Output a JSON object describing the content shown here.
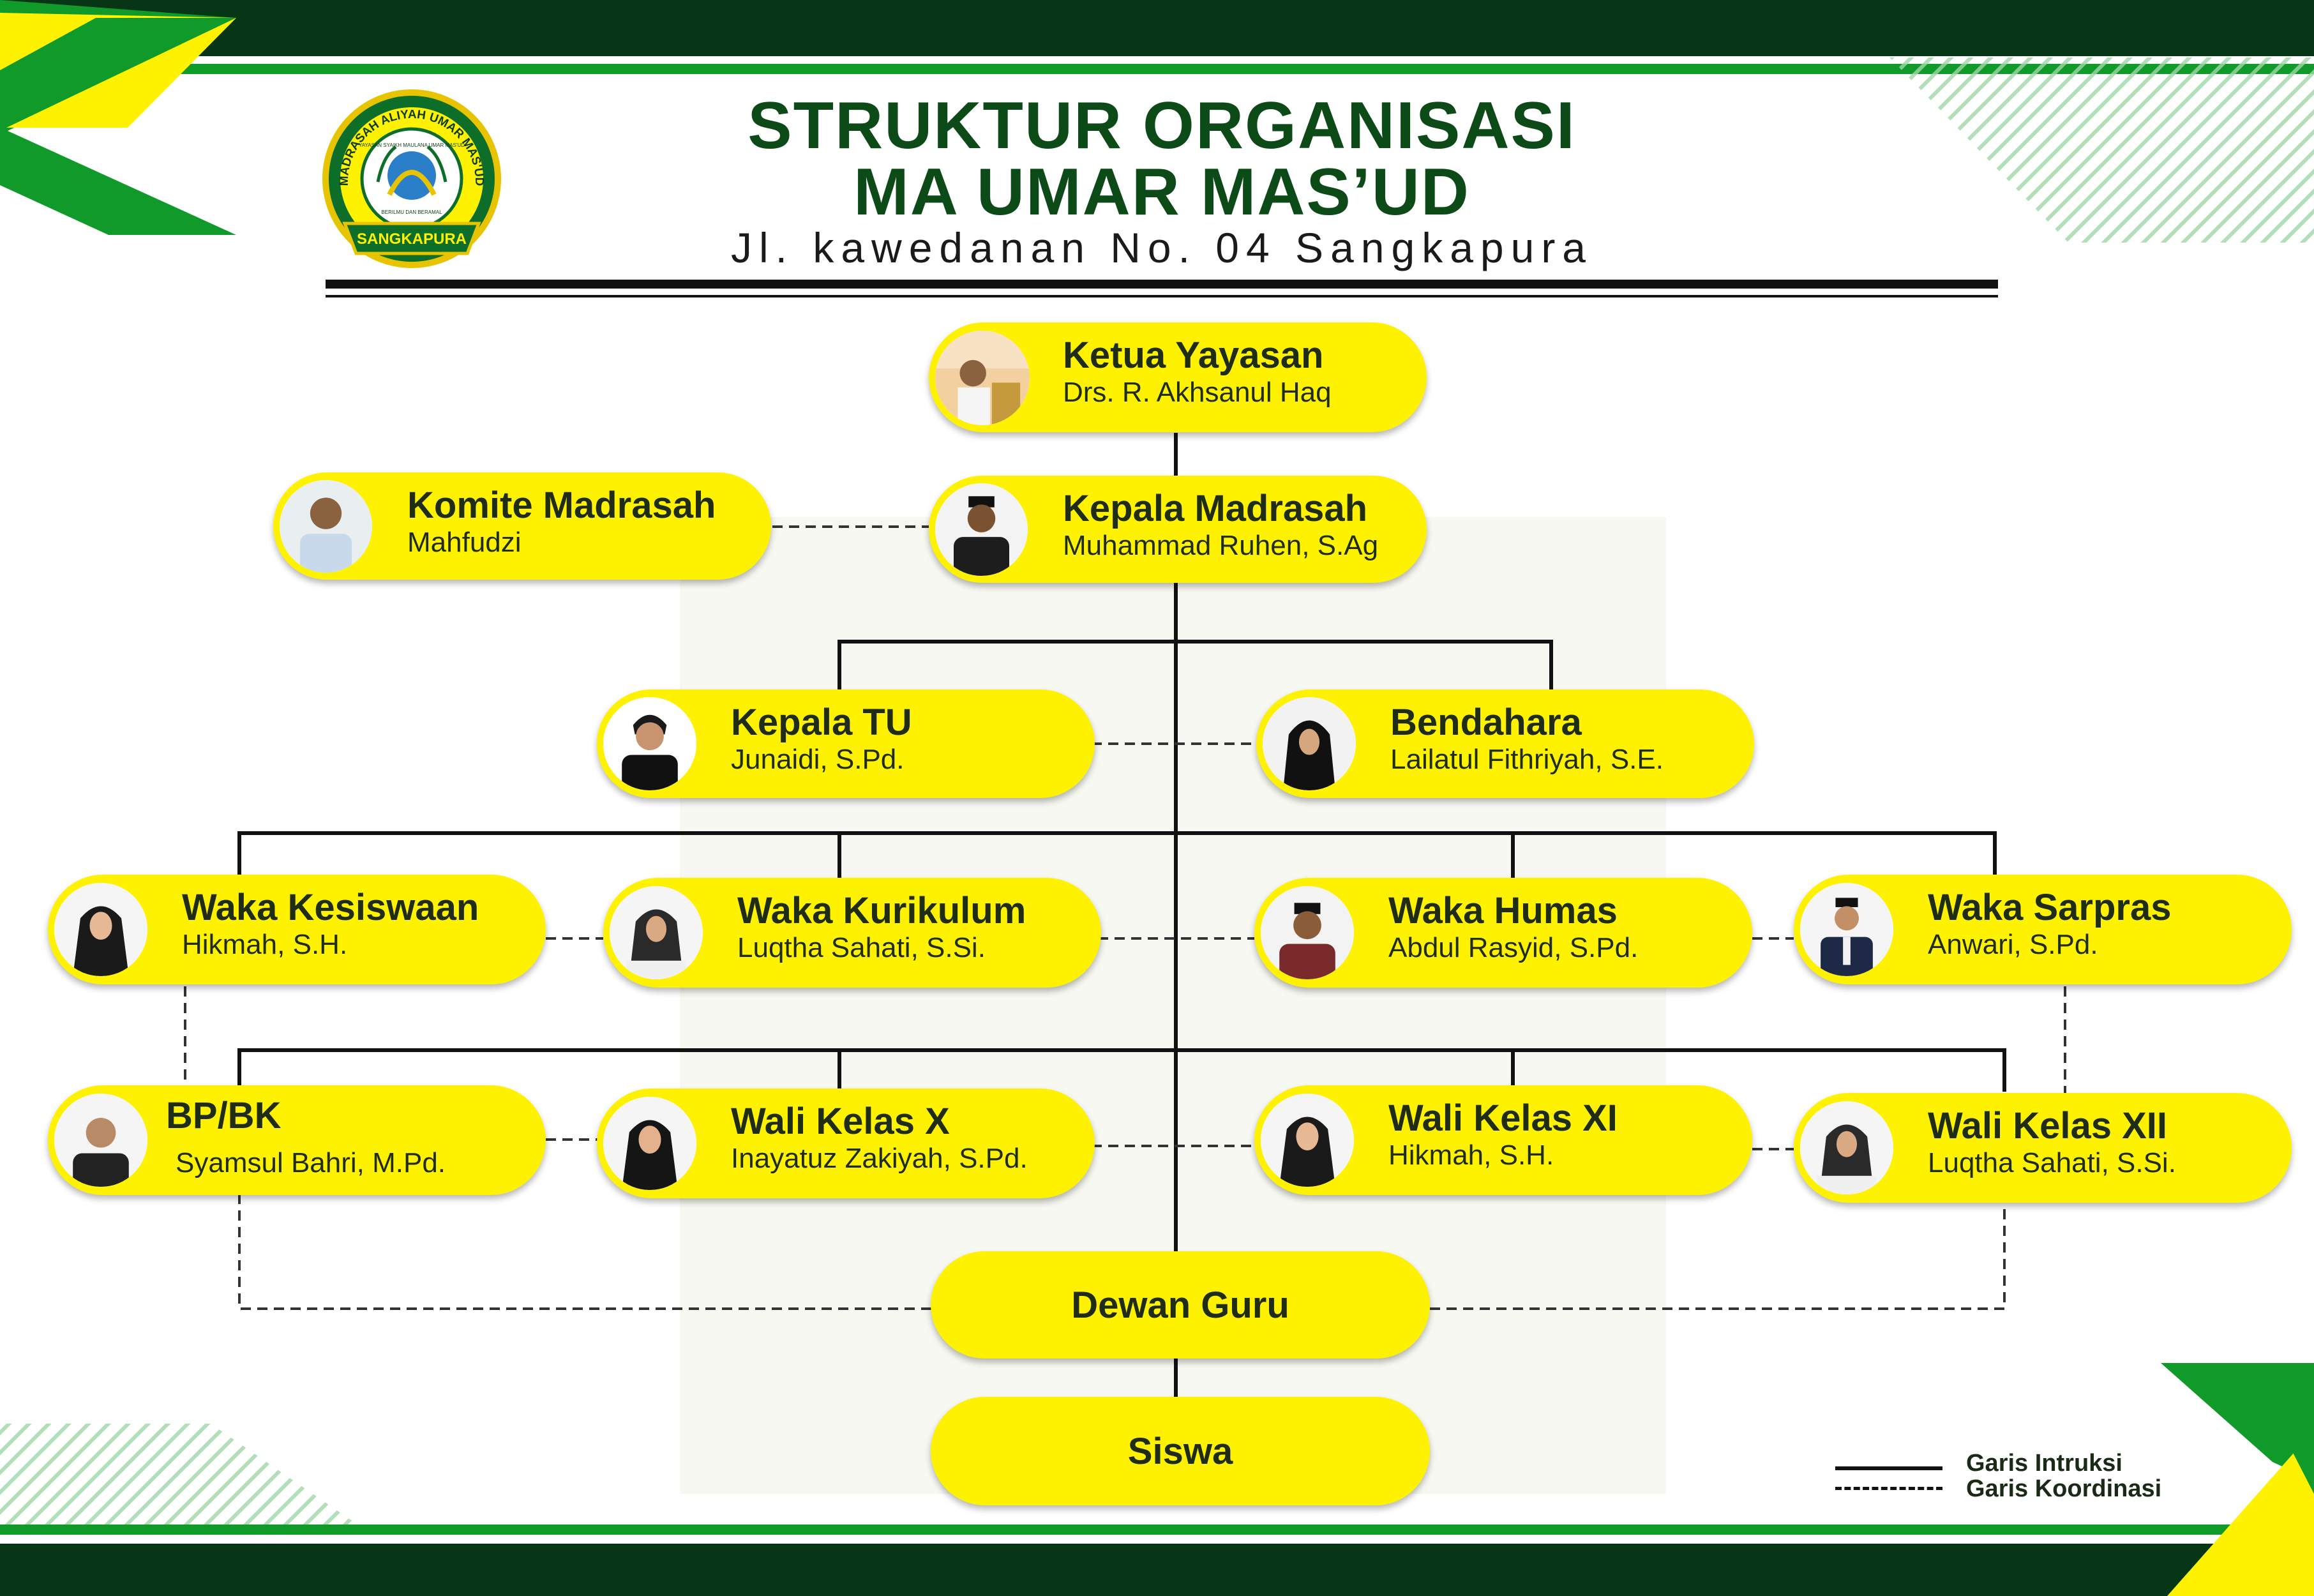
{
  "header": {
    "title_line1": "STRUKTUR ORGANISASI",
    "title_line2": "MA UMAR MAS’UD",
    "address": "Jl. kawedanan No. 04 Sangkapura"
  },
  "logo": {
    "ring_text": "MADRASAH ALIYAH UMAR MAS'UD",
    "ribbon_text": "SANGKAPURA",
    "inner_text": "YAYASAN SYAIKH MAULANA UMAR MAS'UD",
    "motto": "BERILMU DAN BERAMAL"
  },
  "nodes": {
    "ketua_yayasan": {
      "role": "Ketua Yayasan",
      "name": "Drs. R. Akhsanul Haq"
    },
    "komite": {
      "role": "Komite Madrasah",
      "name": "Mahfudzi"
    },
    "kepala_madrasah": {
      "role": "Kepala Madrasah",
      "name": "Muhammad Ruhen, S.Ag"
    },
    "kepala_tu": {
      "role": "Kepala TU",
      "name": "Junaidi, S.Pd."
    },
    "bendahara": {
      "role": "Bendahara",
      "name": "Lailatul Fithriyah, S.E."
    },
    "waka_kesiswaan": {
      "role": "Waka Kesiswaan",
      "name": "Hikmah, S.H."
    },
    "waka_kurikulum": {
      "role": "Waka Kurikulum",
      "name": "Luqtha Sahati, S.Si."
    },
    "waka_humas": {
      "role": "Waka Humas",
      "name": "Abdul Rasyid, S.Pd."
    },
    "waka_sarpras": {
      "role": "Waka Sarpras",
      "name": "Anwari, S.Pd."
    },
    "bpbk": {
      "role": "BP/BK",
      "name": "Syamsul Bahri, M.Pd."
    },
    "wali_x": {
      "role": "Wali Kelas X",
      "name": "Inayatuz Zakiyah, S.Pd."
    },
    "wali_xi": {
      "role": "Wali Kelas XI",
      "name": "Hikmah, S.H."
    },
    "wali_xii": {
      "role": "Wali Kelas XII",
      "name": "Luqtha Sahati, S.Si."
    },
    "dewan_guru": {
      "role": "Dewan Guru"
    },
    "siswa": {
      "role": "Siswa"
    }
  },
  "legend": {
    "solid_label": "Garis Intruksi",
    "dashed_label": "Garis Koordinasi"
  },
  "colors": {
    "dark_green": "#063616",
    "green": "#0f9a2a",
    "yellow": "#fff200",
    "title_green": "#0c4a17"
  }
}
